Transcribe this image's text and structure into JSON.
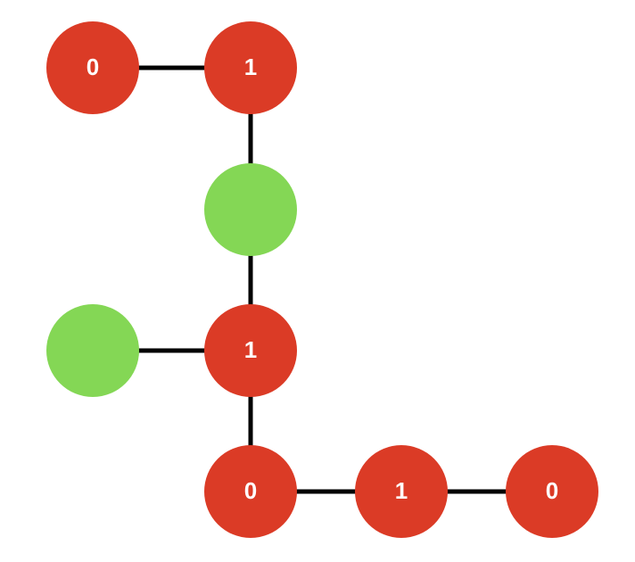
{
  "colors": {
    "red_node": "#db3b26",
    "green_node": "#84d755",
    "edge": "#000000",
    "label": "#ffffff"
  },
  "nodes": [
    {
      "id": "n1",
      "color": "red",
      "label": "0"
    },
    {
      "id": "n2",
      "color": "red",
      "label": "1"
    },
    {
      "id": "n3",
      "color": "green",
      "label": ""
    },
    {
      "id": "n4",
      "color": "green",
      "label": ""
    },
    {
      "id": "n5",
      "color": "red",
      "label": "1"
    },
    {
      "id": "n6",
      "color": "red",
      "label": "0"
    },
    {
      "id": "n7",
      "color": "red",
      "label": "1"
    },
    {
      "id": "n8",
      "color": "red",
      "label": "0"
    }
  ],
  "edges": [
    [
      "n1",
      "n2"
    ],
    [
      "n2",
      "n3"
    ],
    [
      "n3",
      "n5"
    ],
    [
      "n4",
      "n5"
    ],
    [
      "n5",
      "n6"
    ],
    [
      "n6",
      "n7"
    ],
    [
      "n7",
      "n8"
    ]
  ]
}
